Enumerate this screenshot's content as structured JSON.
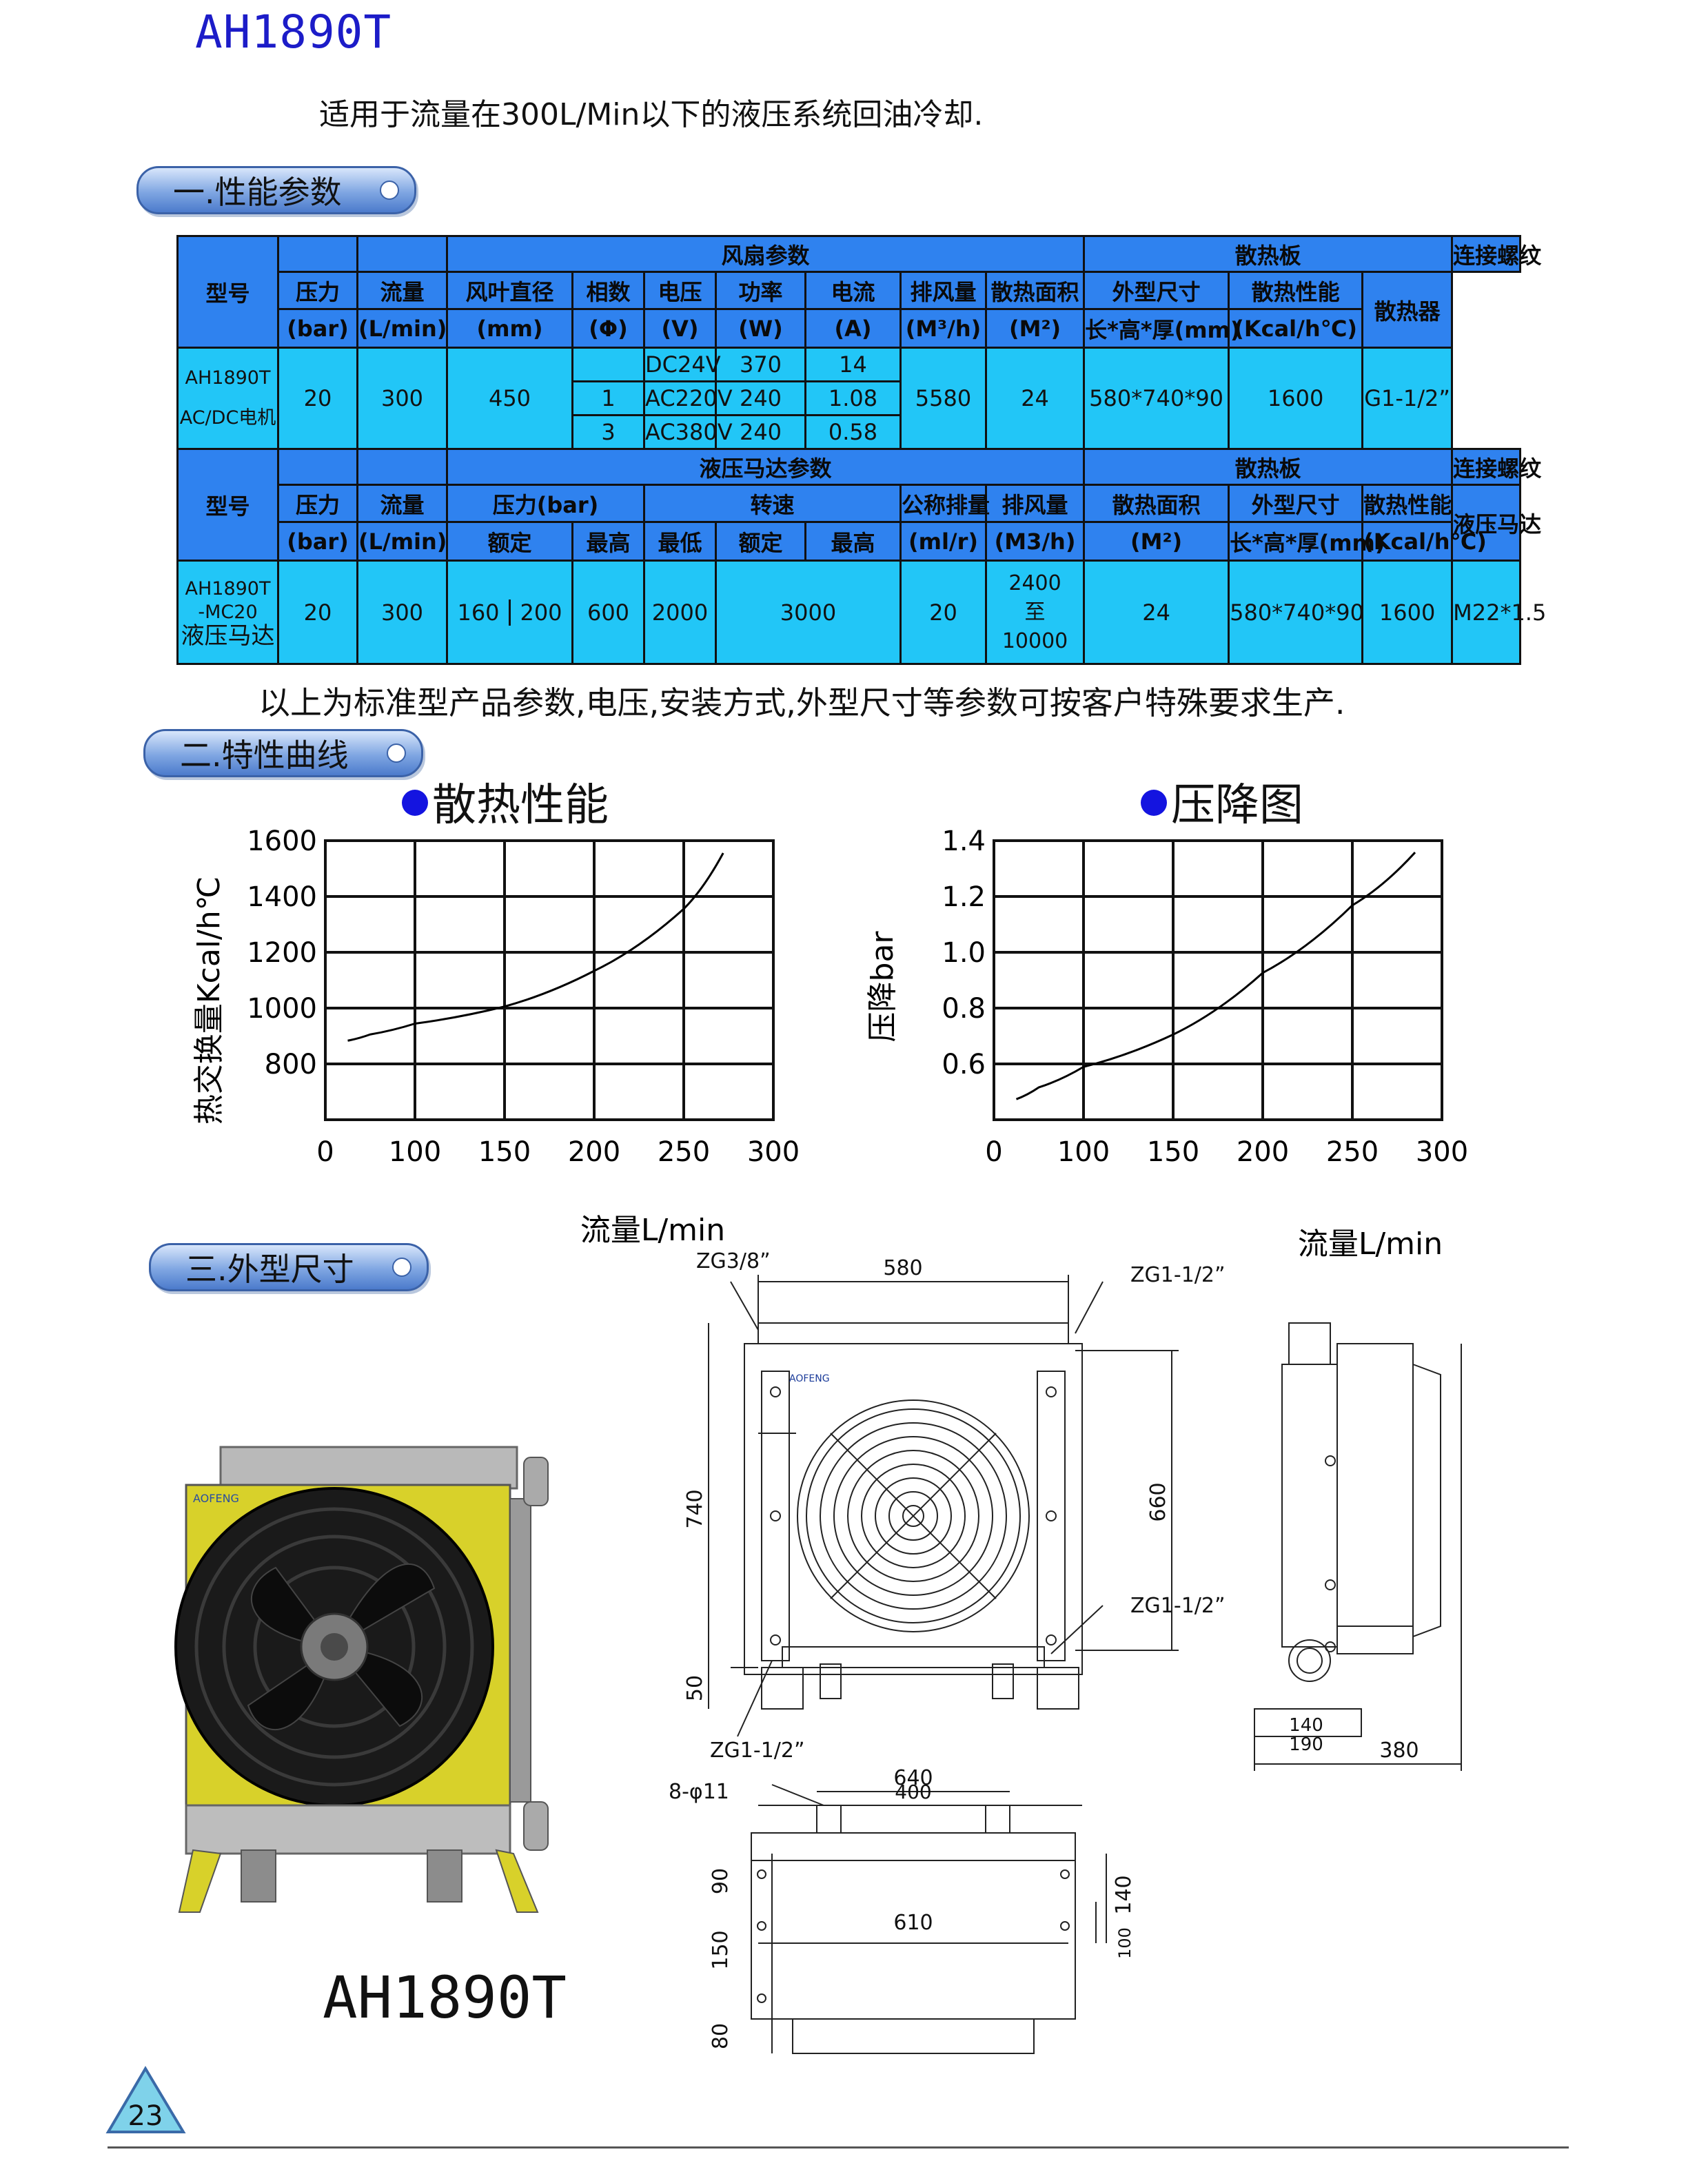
{
  "page": {
    "title": "AH1890T",
    "intro": "适用于流量在300L/Min以下的液压系统回油冷却.",
    "note": "以上为标准型产品参数,电压,安装方式,外型尺寸等参数可按客户特殊要求生产.",
    "page_number": "23",
    "product_caption": "AH1890T"
  },
  "sections": {
    "s1": "一.性能参数",
    "s2": "二.特性曲线",
    "s3": "三.外型尺寸"
  },
  "table_fan": {
    "model_label": "型号",
    "group_fan": "风扇参数",
    "group_radiator": "散热板",
    "group_thread": "连接螺纹",
    "h_pressure": "压力",
    "h_flow": "流量",
    "h_blade": "风叶直径",
    "h_phase": "相数",
    "h_voltage": "电压",
    "h_power": "功率",
    "h_current": "电流",
    "h_airflow": "排风量",
    "h_area": "散热面积",
    "h_size": "外型尺寸",
    "h_perf": "散热性能",
    "h_radiator": "散热器",
    "u_bar": "(bar)",
    "u_lmin": "(L/min)",
    "u_mm": "(mm)",
    "u_phi": "(Φ)",
    "u_v": "(V)",
    "u_w": "(W)",
    "u_a": "(A)",
    "u_m3h": "(M³/h)",
    "u_m2": "(M²)",
    "u_lhw": "长*高*厚(mm)",
    "u_kcal": "(Kcal/h℃)",
    "model_l1": "AH1890T",
    "model_l2": "AC/DC电机",
    "pressure": "20",
    "flow": "300",
    "blade": "450",
    "phase_1": "",
    "phase_2": "1",
    "phase_3": "3",
    "volt_1": "DC24V",
    "volt_2": "AC220V",
    "volt_3": "AC380V",
    "power_1": "370",
    "power_2": "240",
    "power_3": "240",
    "cur_1": "14",
    "cur_2": "1.08",
    "cur_3": "0.58",
    "airflow": "5580",
    "area": "24",
    "size": "580*740*90",
    "perf": "1600",
    "thread": "G1-1/2”"
  },
  "table_motor": {
    "model_label": "型号",
    "group_motor": "液压马达参数",
    "group_radiator": "散热板",
    "group_thread": "连接螺纹",
    "h_pressure": "压力",
    "h_flow": "流量",
    "h_pbar": "压力(bar)",
    "h_speed": "转速",
    "h_disp": "公称排量",
    "h_airflow": "排风量",
    "h_area": "散热面积",
    "h_size": "外型尺寸",
    "h_perf": "散热性能",
    "h_motor": "液压马达",
    "u_bar": "(bar)",
    "u_lmin": "(L/min)",
    "u_rated": "额定",
    "u_max": "最高",
    "u_min": "最低",
    "u_srated": "额定",
    "u_smax": "最高",
    "u_mlr": "(ml/r)",
    "u_m3h": "(M3/h)",
    "u_m2": "(M²)",
    "u_lhw": "长*高*厚(mm)",
    "u_kcal": "(Kcal/h℃)",
    "model_l1": "AH1890T",
    "model_l2": "-MC20",
    "model_l3": "液压马达",
    "pressure": "20",
    "flow": "300",
    "p_rated": "160",
    "p_max": "200",
    "s_min": "600",
    "s_rated": "2000",
    "s_max": "3000",
    "disp": "20",
    "air_l1": "2400",
    "air_l2": "至",
    "air_l3": "10000",
    "area": "24",
    "size": "580*740*90",
    "perf": "1600",
    "thread": "M22*1.5"
  },
  "chart_data": [
    {
      "type": "line",
      "title": "散热性能",
      "xlabel": "流量L/min",
      "ylabel": "热交换量Kcal/h℃",
      "x_ticks": [
        "0",
        "100",
        "150",
        "200",
        "250",
        "300"
      ],
      "y_ticks": [
        "800",
        "1000",
        "1200",
        "1400",
        "1600"
      ],
      "ylim": [
        700,
        1600
      ],
      "grid": true,
      "series": [
        {
          "x": [
            25,
            50,
            100,
            150,
            200,
            250,
            272
          ],
          "y": [
            955,
            975,
            1010,
            1065,
            1180,
            1380,
            1560
          ]
        }
      ]
    },
    {
      "type": "line",
      "title": "压降图",
      "xlabel": "流量L/min",
      "ylabel": "压降bar",
      "x_ticks": [
        "0",
        "100",
        "150",
        "200",
        "250",
        "300"
      ],
      "y_ticks": [
        "0.6",
        "0.8",
        "1.0",
        "1.2",
        "1.4"
      ],
      "ylim": [
        0.45,
        1.4
      ],
      "grid": true,
      "series": [
        {
          "x": [
            25,
            50,
            100,
            150,
            200,
            250,
            285
          ],
          "y": [
            0.52,
            0.56,
            0.63,
            0.74,
            0.95,
            1.18,
            1.36
          ]
        }
      ]
    }
  ],
  "drawing": {
    "zg38": "ZG3/8”",
    "zg112_a": "ZG1-1/2”",
    "zg112_b": "ZG1-1/2”",
    "zg112_c": "ZG1-1/2”",
    "holes": "8-φ11",
    "dims": {
      "d580": "580",
      "d740": "740",
      "d660": "660",
      "d50": "50",
      "d640": "640",
      "d400": "400",
      "d610": "610",
      "d90": "90",
      "d150": "150",
      "d80": "80",
      "d140v": "140",
      "d100": "100",
      "d140": "140",
      "d190": "190",
      "d380": "380"
    },
    "brand": "AOFENG"
  }
}
